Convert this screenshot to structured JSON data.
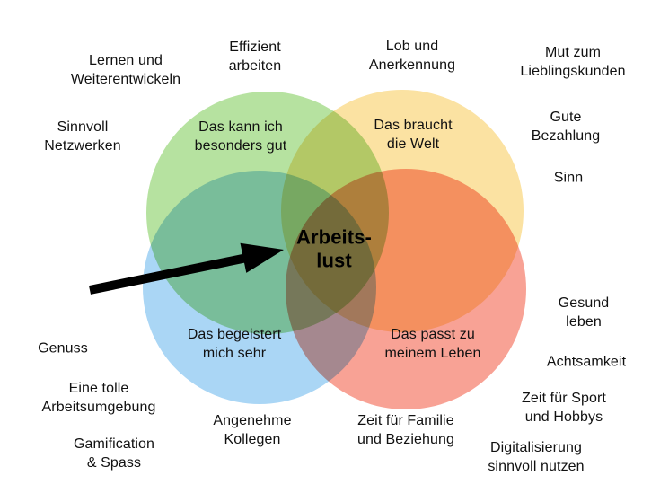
{
  "diagram": {
    "type": "venn",
    "center": {
      "label": "Arbeits-\nlust"
    },
    "circles": {
      "skills": {
        "label": "Das kann ich\nbesonders gut",
        "color": "#b6e2a0"
      },
      "world_needs": {
        "label": "Das braucht\ndie Welt",
        "color": "#fbe2a2"
      },
      "passion": {
        "label": "Das begeistert\nmich sehr",
        "color": "#aad6f5"
      },
      "life_fit": {
        "label": "Das passt zu\nmeinem Leben",
        "color": "#f8a295"
      }
    },
    "arrow_color": "#000000",
    "text_color": "#111111",
    "background_color": "#ffffff"
  },
  "labels": {
    "lernen": "Lernen und\nWeiterentwickeln",
    "effizient": "Effizient\narbeiten",
    "lob": "Lob und\nAnerkennung",
    "mut": "Mut zum\nLieblingskunden",
    "netzwerken": "Sinnvoll\nNetzwerken",
    "bezahlung": "Gute\nBezahlung",
    "sinn": "Sinn",
    "genuss": "Genuss",
    "arbeitsumgebung": "Eine tolle\nArbeitsumgebung",
    "gamification": "Gamification\n& Spass",
    "kollegen": "Angenehme\nKollegen",
    "familie": "Zeit für Familie\nund Beziehung",
    "gesund": "Gesund leben",
    "achtsamkeit": "Achtsamkeit",
    "sport": "Zeit für Sport\nund Hobbys",
    "digitalisierung": "Digitalisierung\nsinnvoll nutzen"
  }
}
